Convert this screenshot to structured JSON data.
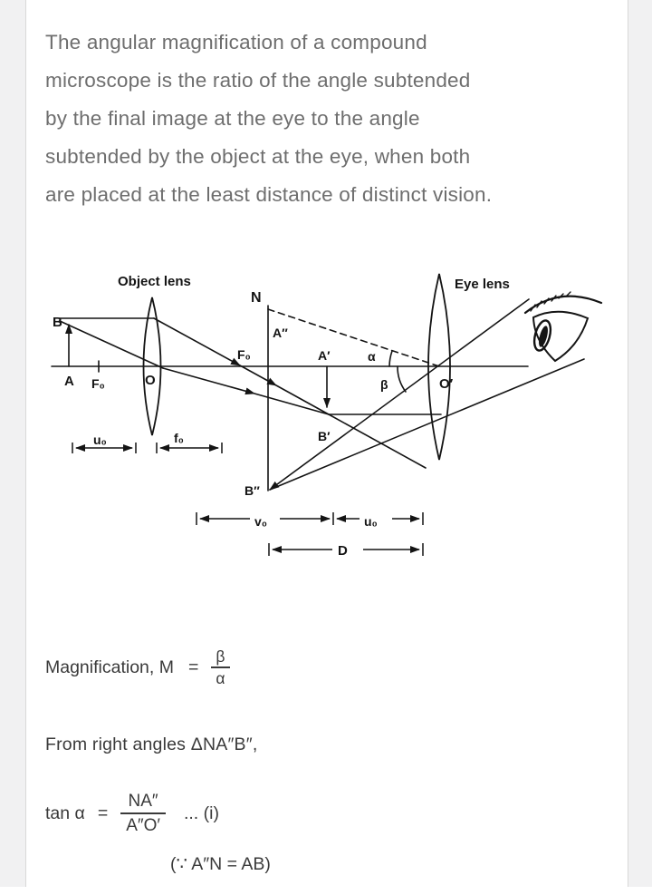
{
  "theme": {
    "page_background": "#ffffff",
    "gutter_color": "#f1f1f2",
    "border_color": "#d8d8d8",
    "paragraph_color": "#6e6e6e",
    "formula_color": "#3a3a3a",
    "diagram_ink": "#141414"
  },
  "paragraph": {
    "lines": [
      "The angular magnification of a compound",
      "microscope is the ratio of the angle subtended",
      "by the final image at the eye to the angle",
      "subtended by the object at the eye, when both",
      "are placed at the least distance of distinct vision."
    ]
  },
  "diagram": {
    "labels": {
      "object_lens": "Object lens",
      "eye_lens": "Eye lens",
      "n": "N",
      "a_dprime": "A″",
      "f0_right": "F₀",
      "a_prime": "A′",
      "alpha": "α",
      "beta": "β",
      "o_prime": "O′",
      "b": "B",
      "a": "A",
      "f0_left": "F₀",
      "o": "O",
      "u0_top": "u₀",
      "f0_top": "f₀",
      "b_prime": "B′",
      "b_dprime": "B″",
      "v0": "v₀",
      "u0_bottom": "u₀",
      "d": "D"
    }
  },
  "equations": {
    "magnification": {
      "label": "Magnification, M",
      "equals": "=",
      "numerator": "β",
      "denominator": "α"
    },
    "right_angles": "From right angles ΔNA″B″,",
    "tangent": {
      "lhs": "tan α",
      "equals": "=",
      "numerator": "NA″",
      "denominator": "A″O′",
      "ref": "... (i)"
    },
    "note": "(∵ A″N = AB)"
  }
}
